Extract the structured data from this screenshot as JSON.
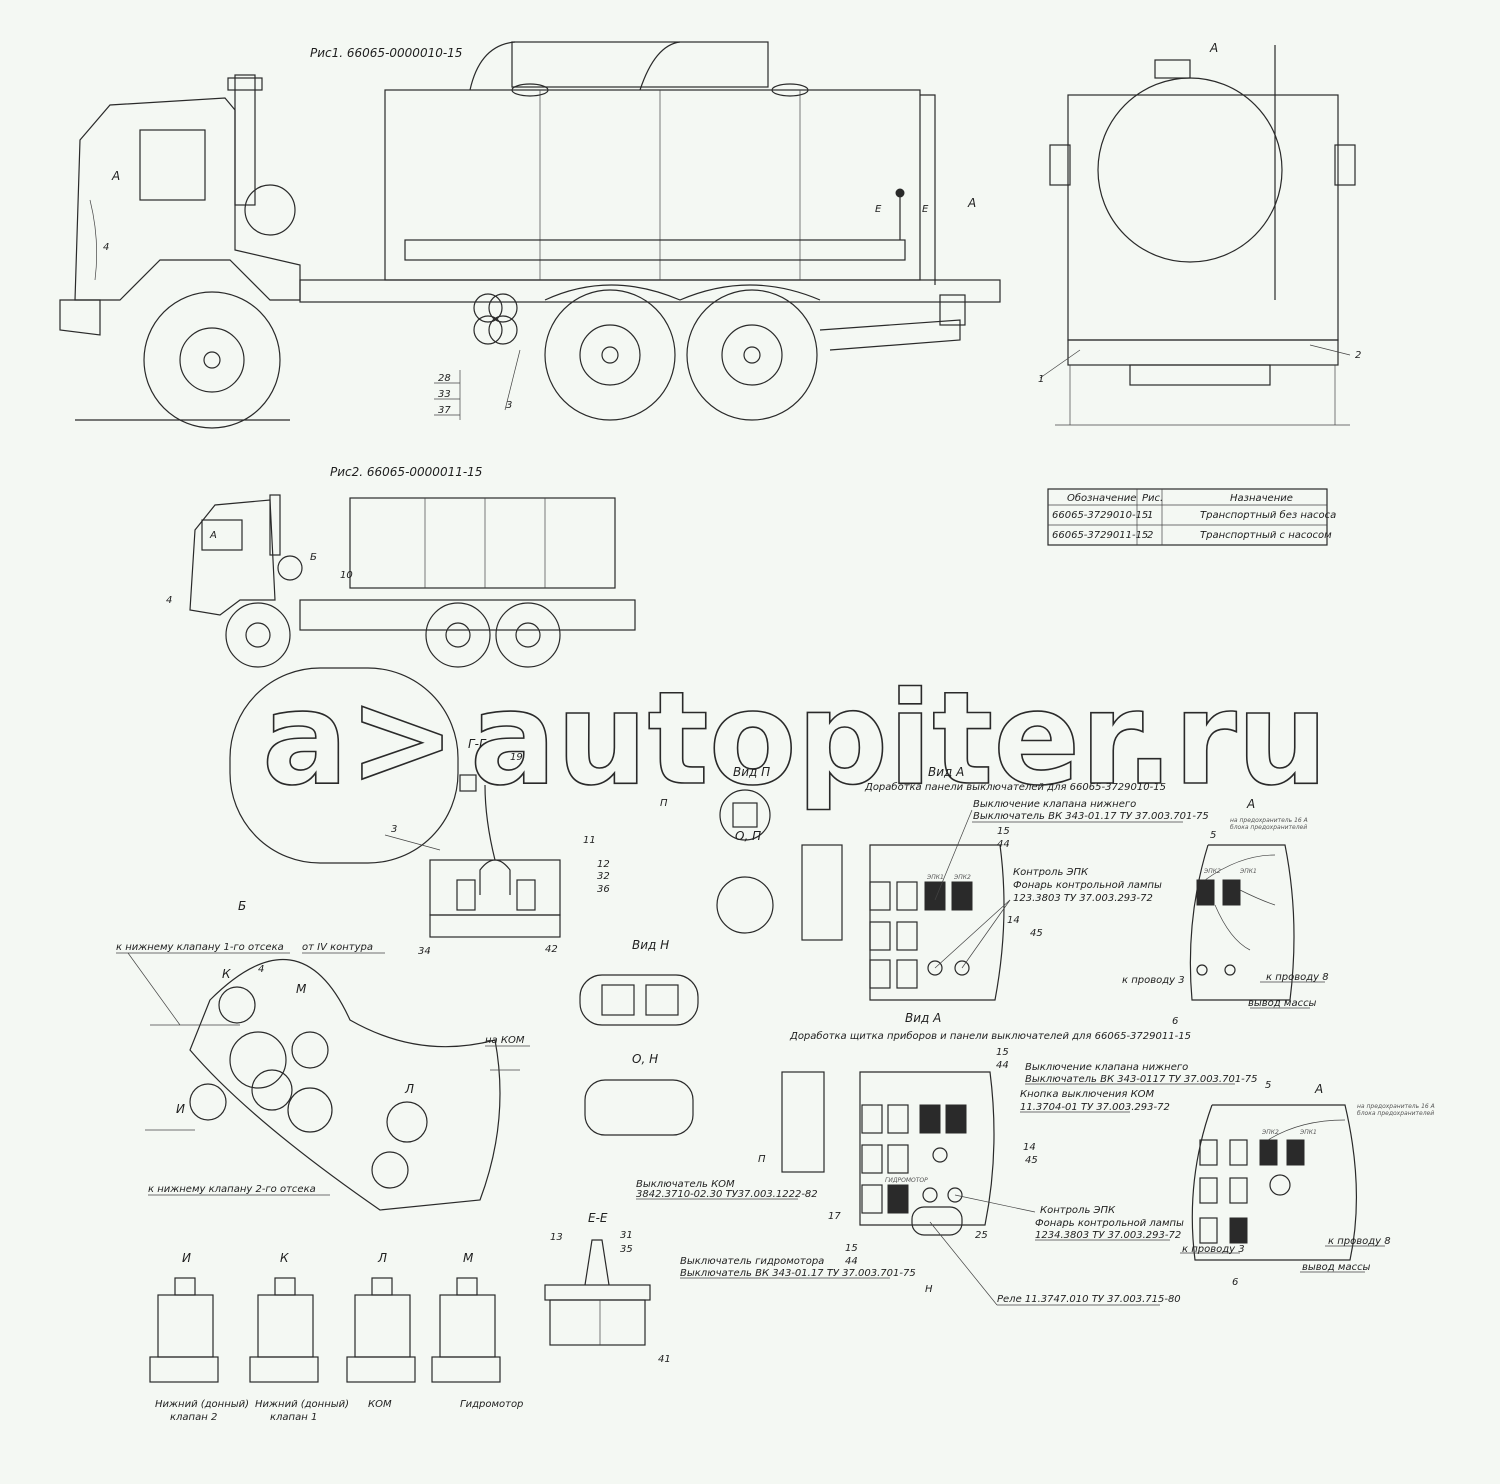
{
  "fig1": {
    "title": "Рис1. 66065-0000010-15",
    "view_a_arrow": "А",
    "section_e_left": "Е",
    "section_e_right": "Е",
    "cab_a": "А",
    "callout_4": "4",
    "callout_28": "28",
    "callout_33": "33",
    "callout_37": "37",
    "callout_3": "3"
  },
  "front_view": {
    "title": "А",
    "callout_1": "1",
    "callout_2": "2"
  },
  "fig2": {
    "title": "Рис2. 66065-0000011-15",
    "cab_a": "А",
    "view_b": "Б",
    "callout_10": "10",
    "callout_4": "4"
  },
  "table": {
    "headers": [
      "Обозначение",
      "Рис.",
      "Назначение"
    ],
    "rows": [
      [
        "66065-3729010-15",
        "1",
        "Транспортный без насоса"
      ],
      [
        "66065-3729011-15",
        "2",
        "Транспортный с насосом"
      ]
    ]
  },
  "watermark": {
    "logo": "a>",
    "text": "autopiter.ru"
  },
  "section_gg": {
    "title": "Г-Г",
    "c19": "19",
    "c3": "3",
    "c11": "11",
    "c12": "12",
    "c32": "32",
    "c36": "36",
    "c34": "34",
    "c42": "42"
  },
  "view_p": {
    "title": "Вид П",
    "arrow": "П",
    "detail": "О, П"
  },
  "view_n": {
    "title": "Вид Н",
    "detail": "О, Н"
  },
  "view_a1": {
    "title": "Вид А",
    "subtitle": "Доработка панели выключателей для 66065-3729010-15",
    "valve_off": "Выключение клапана нижнего",
    "switch": "Выключатель ВК 343-01.17 ТУ 37.003.701-75",
    "c15": "15",
    "c44": "44",
    "epk_control": "Контроль ЭПК",
    "lamp": "Фонарь контрольной лампы",
    "lamp_code": "123.3803 ТУ 37.003.293-72",
    "c14": "14",
    "c45": "45",
    "epk1": "ЭПК1",
    "epk2": "ЭПК2"
  },
  "view_a2": {
    "title": "Вид А",
    "subtitle": "Доработка щитка приборов и панели выключателей для 66065-3729011-15",
    "c15": "15",
    "c44": "44",
    "valve_off": "Выключение клапана нижнего",
    "switch": "Выключатель ВК 343-0117 ТУ 37.003.701-75",
    "kom_button": "Кнопка выключения КОМ",
    "kom_button_code": "11.3704-01 ТУ 37.003.293-72",
    "c14": "14",
    "c45": "45",
    "kom_switch": "Выключатель КОМ",
    "kom_switch_code": "3842.3710-02.30 ТУ37.003.1222-82",
    "p": "П",
    "c17": "17",
    "c15b": "15",
    "c44b": "44",
    "hydro_switch": "Выключатель гидромотора",
    "hydro_switch_code": "Выключатель ВК 343-01.17 ТУ 37.003.701-75",
    "n": "Н",
    "c25": "25",
    "epk_control": "Контроль ЭПК",
    "lamp": "Фонарь контрольной лампы",
    "lamp_code": "1234.3803 ТУ 37.003.293-72",
    "relay": "Реле 11.3747.010 ТУ 37.003.715-80",
    "hydromotor": "ГИДРОМОТОР"
  },
  "detail_b": {
    "title": "Б",
    "to_valve_1": "к нижнему клапану 1-го отсека",
    "from_circuit": "от IV контура",
    "k": "К",
    "c4": "4",
    "m": "М",
    "to_kom": "на КОМ",
    "l": "Л",
    "i": "И",
    "to_valve_2": "к нижнему клапану 2-го отсека"
  },
  "section_ee": {
    "title": "Е-Е",
    "c13": "13",
    "c31": "31",
    "c35": "35",
    "c41": "41"
  },
  "valves": [
    {
      "letter": "И",
      "caption1": "Нижний (донный)",
      "caption2": "клапан 2"
    },
    {
      "letter": "К",
      "caption1": "Нижний (донный)",
      "caption2": "клапан 1"
    },
    {
      "letter": "Л",
      "caption1": "КОМ",
      "caption2": ""
    },
    {
      "letter": "М",
      "caption1": "Гидромотор",
      "caption2": ""
    }
  ],
  "wiring_a1": {
    "title": "А",
    "note1": "на предохранитель 16 А",
    "note2": "блока предохранителей",
    "c5": "5",
    "epk2": "ЭПК2",
    "epk1": "ЭПК1",
    "to_wire3": "к проводу 3",
    "to_wire8": "к проводу 8",
    "ground": "вывод массы",
    "c6": "6"
  },
  "wiring_a2": {
    "title": "А",
    "note1": "на предохранитель 16 А",
    "note2": "блока предохранителей",
    "c5": "5",
    "epk2": "ЭПК2",
    "epk1": "ЭПК1",
    "to_wire3": "к проводу 3",
    "to_wire8": "к проводу 8",
    "ground": "вывод массы",
    "c6": "6"
  }
}
